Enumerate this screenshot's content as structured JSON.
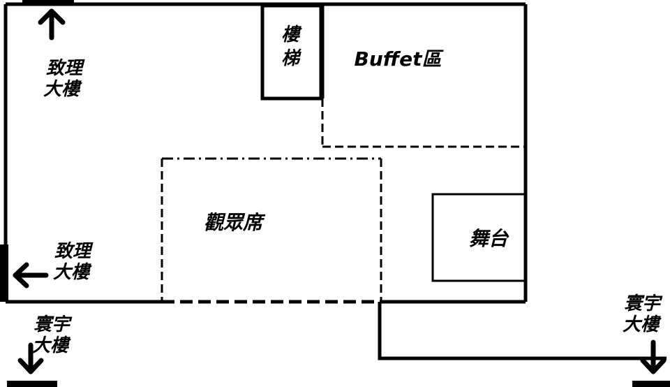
{
  "labels": {
    "stairs_line1": "樓",
    "stairs_line2": "梯",
    "buffet": "Buffet區",
    "audience": "觀眾席",
    "stage": "舞台",
    "zhili_top_line1": "致理",
    "zhili_top_line2": "大樓",
    "zhili_left_line1": "致理",
    "zhili_left_line2": "大樓",
    "huanyu_left_line1": "寰宇",
    "huanyu_left_line2": "大樓",
    "huanyu_right_line1": "寰宇",
    "huanyu_right_line2": "大樓"
  },
  "icons": {
    "arrow_up": "arrow-up-icon",
    "arrow_left": "arrow-left-icon",
    "arrow_down": "arrow-down-icon"
  },
  "colors": {
    "ink": "#000000",
    "background": "#ffffff"
  }
}
